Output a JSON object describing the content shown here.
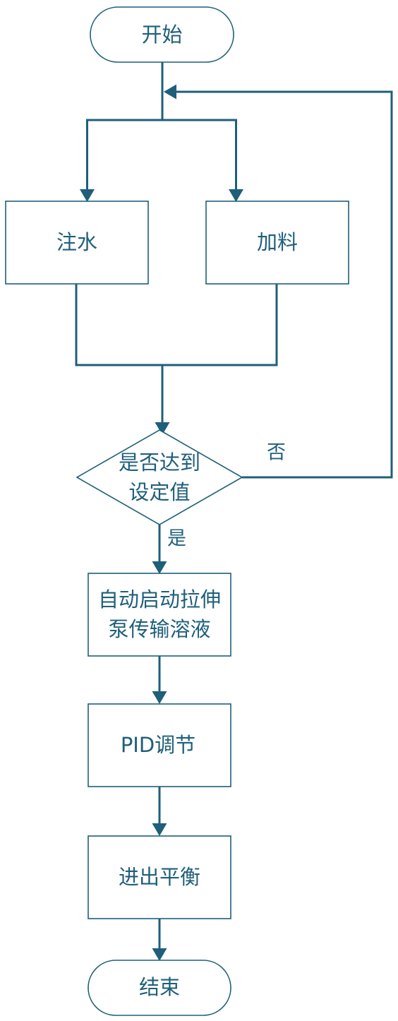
{
  "diagram": {
    "nodes": {
      "start": "开始",
      "water": "注水",
      "feed": "加料",
      "decision_line1": "是否达到",
      "decision_line2": "设定值",
      "pump_line1": "自动启动拉伸",
      "pump_line2": "泵传输溶液",
      "pid": "PID调节",
      "balance": "进出平衡",
      "end": "结束"
    },
    "edge_labels": {
      "no": "否",
      "yes": "是"
    },
    "colors": {
      "stroke": "#1f5f7a",
      "text": "#1f5f7a",
      "fill": "#ffffff"
    }
  }
}
